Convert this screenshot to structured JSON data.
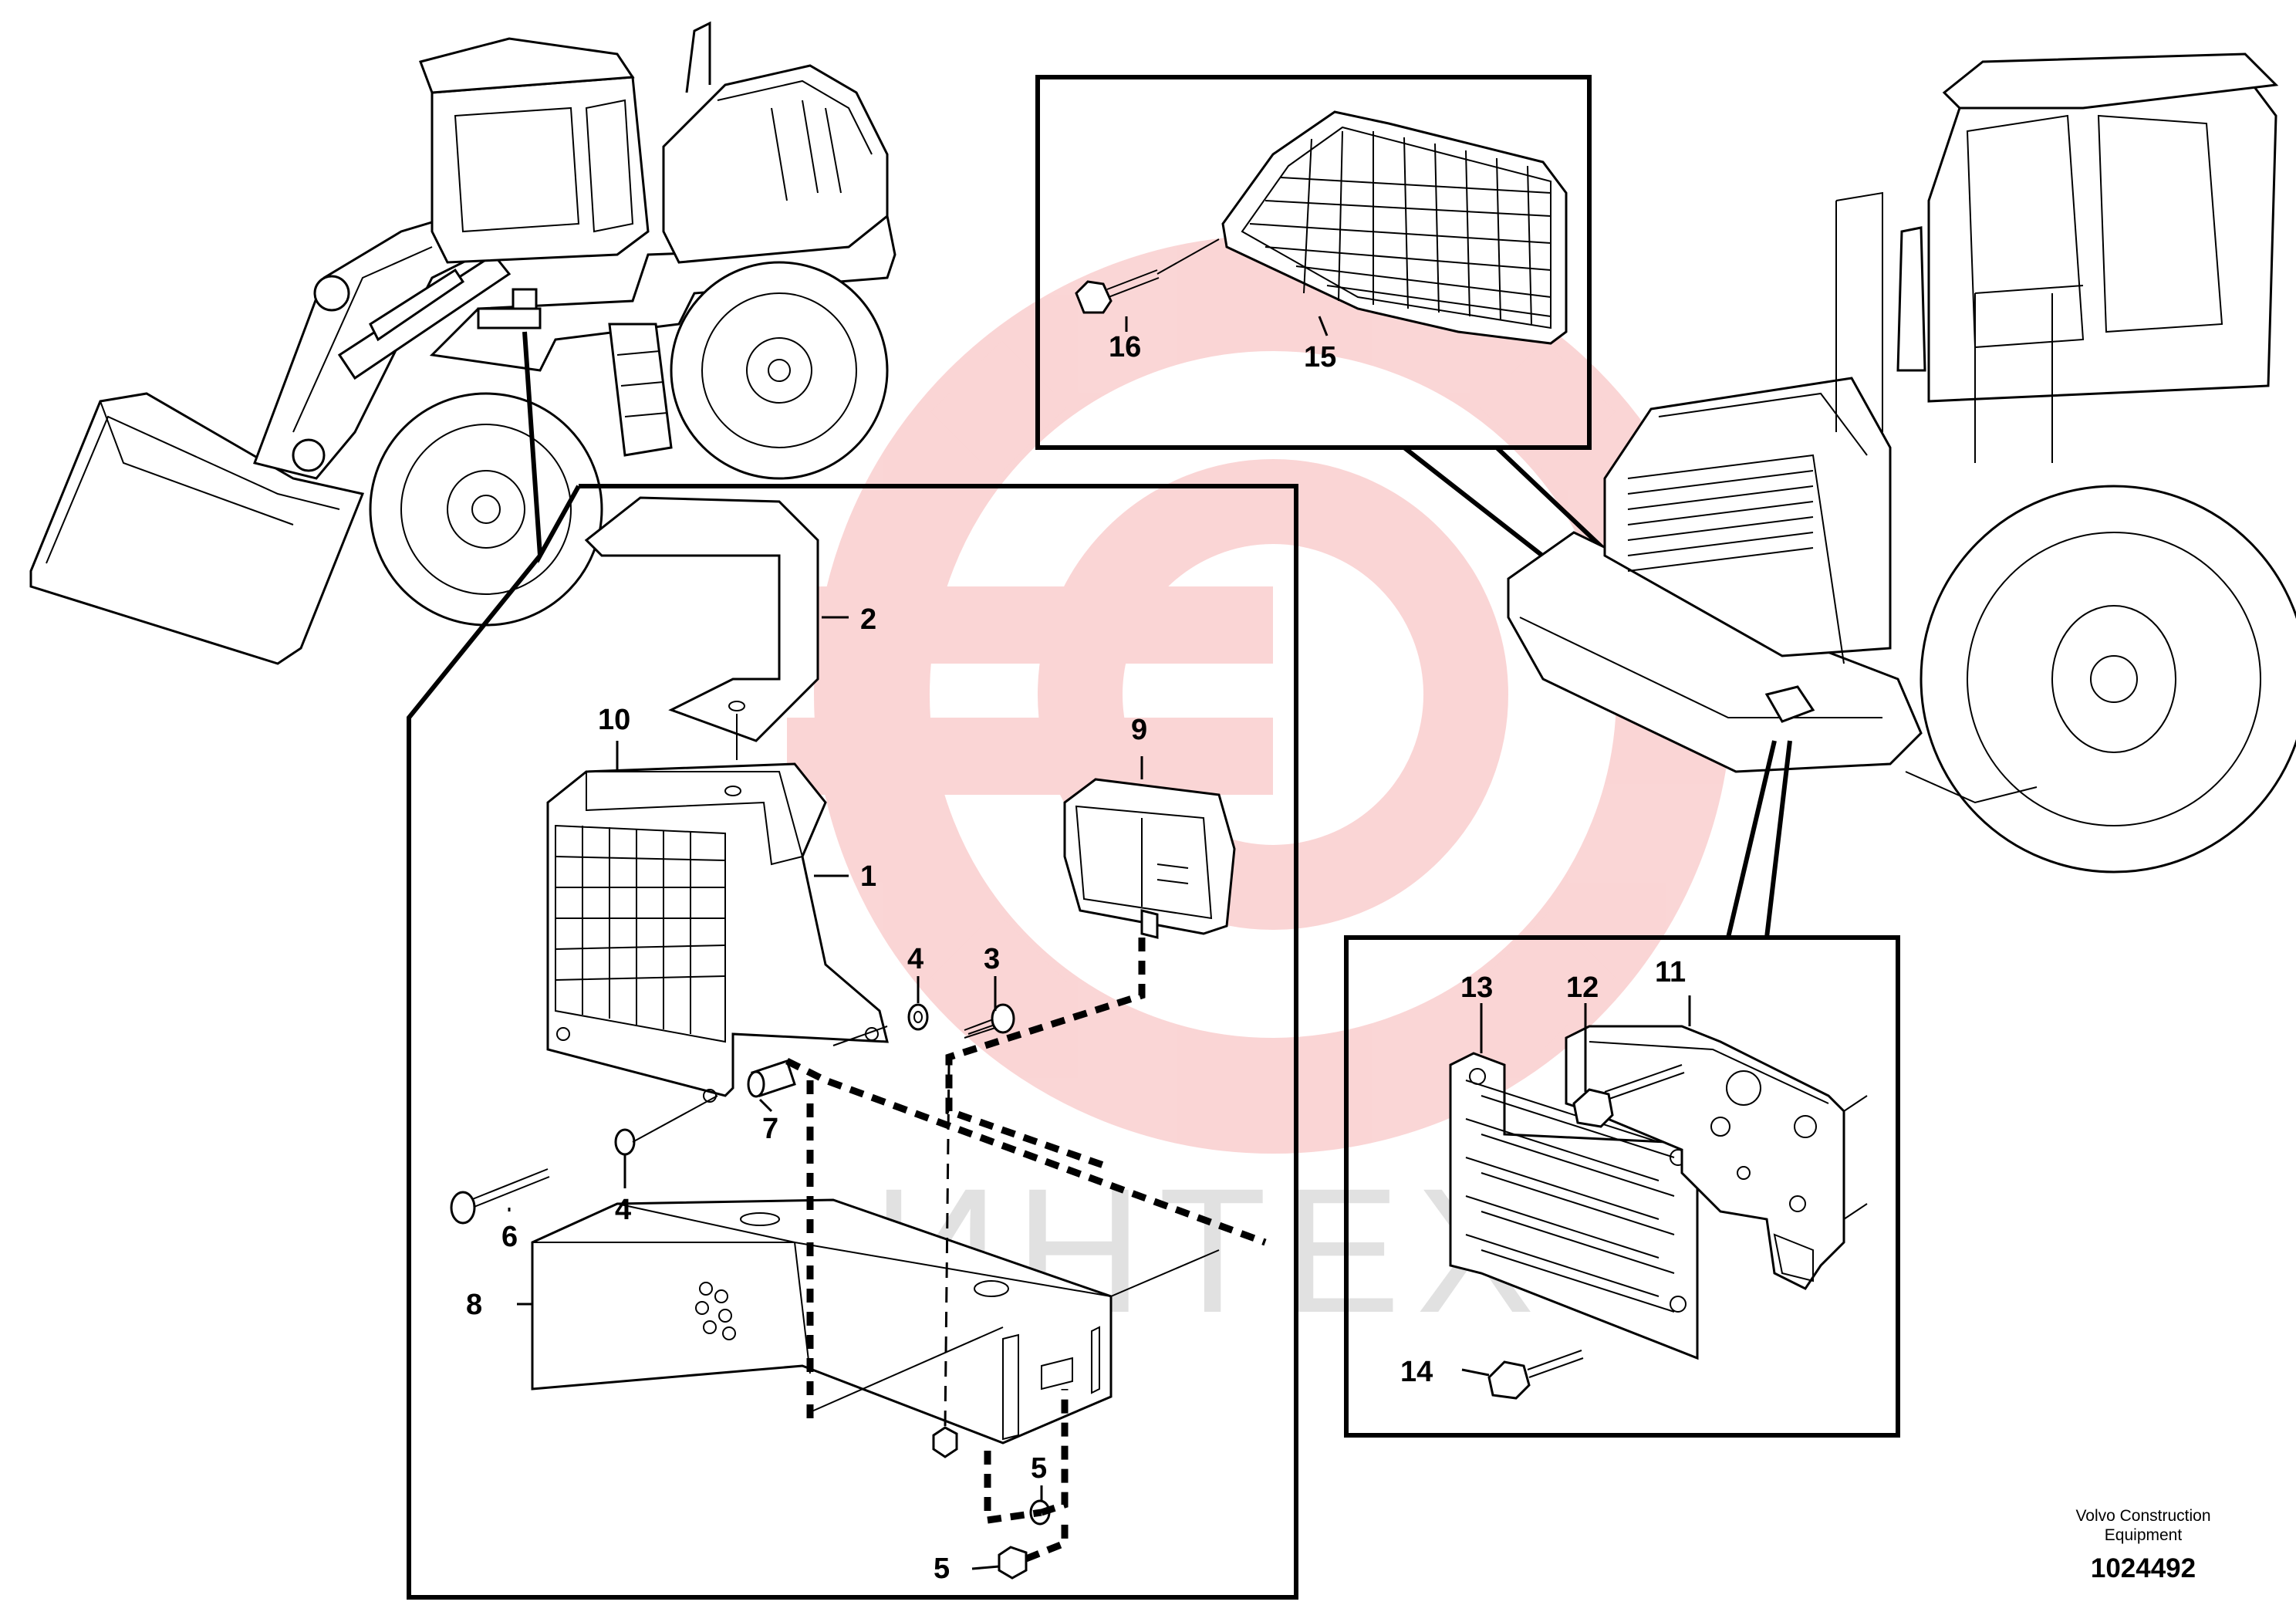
{
  "diagram": {
    "watermark_text": "ИНТЕХ",
    "watermark_color": "#f4a6a6",
    "callouts": [
      "1",
      "2",
      "3",
      "4",
      "4",
      "5",
      "5",
      "6",
      "7",
      "8",
      "9",
      "10",
      "11",
      "12",
      "13",
      "14",
      "15",
      "16"
    ]
  },
  "footer": {
    "brand": "Volvo Construction Equipment",
    "drawing_number": "1024492"
  }
}
